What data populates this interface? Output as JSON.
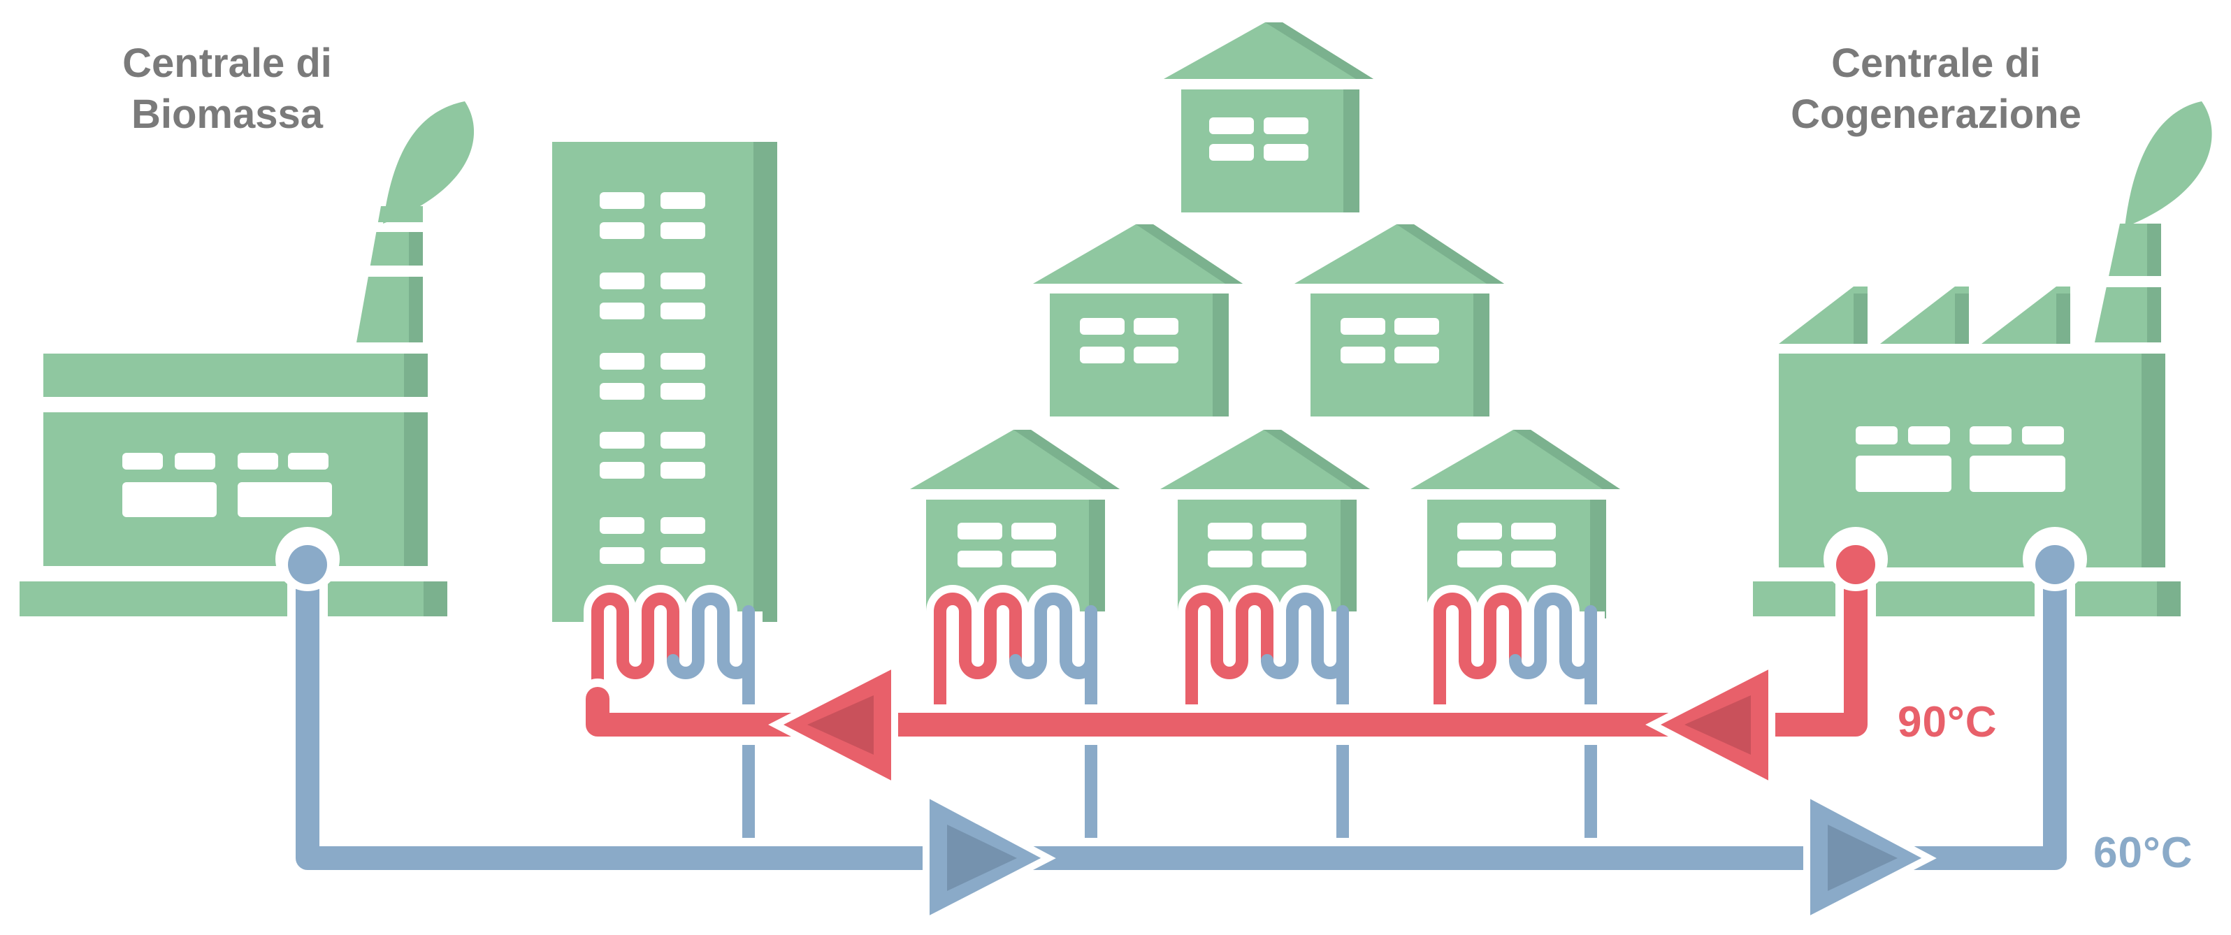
{
  "labels": {
    "biomass_line1": "Centrale di",
    "biomass_line2": "Biomassa",
    "cogen_line1": "Centrale di",
    "cogen_line2": "Cogenerazione",
    "hot_temp": "90°C",
    "cold_temp": "60°C"
  },
  "colors": {
    "building": "#8fc7a0",
    "building_shade": "#7bb18e",
    "hot_pipe": "#e8606a",
    "hot_arrow": "#c9515b",
    "cold_pipe": "#8aaac8",
    "cold_arrow": "#7592ae",
    "label_gray": "#7a7a7a"
  }
}
